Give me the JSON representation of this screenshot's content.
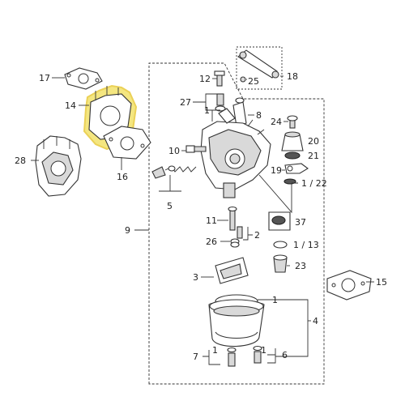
{
  "callouts": {
    "c17": "17",
    "c14": "14",
    "c16": "16",
    "c28": "28",
    "c9": "9",
    "c10": "10",
    "c5": "5",
    "c12": "12",
    "c25": "25",
    "c18": "18",
    "c27": "27",
    "c1_top": "1",
    "c8": "8",
    "c24": "24",
    "c20": "20",
    "c21": "21",
    "c19": "19",
    "c1_22": "1 / 22",
    "c11": "11",
    "c2": "2",
    "c26": "26",
    "c37": "37",
    "c1_13": "1 / 13",
    "c23": "23",
    "c3": "3",
    "c1_bowl": "1",
    "c4": "4",
    "c15": "15",
    "c7": "7",
    "c1_l": "1",
    "c1_r": "1",
    "c6": "6"
  },
  "highlight_color": "#f3e26b"
}
